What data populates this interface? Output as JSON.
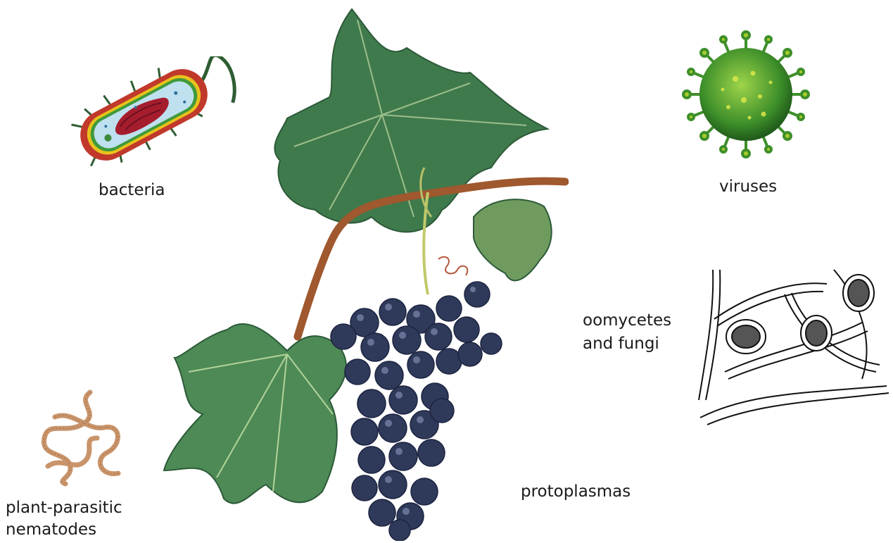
{
  "labels": {
    "bacteria": "bacteria",
    "viruses": "viruses",
    "oomycetes_line1": "oomycetes",
    "oomycetes_line2": "and fungi",
    "protoplasmas": "protoplasmas",
    "nematodes_line1": "plant-parasitic",
    "nematodes_line2": "nematodes"
  },
  "colors": {
    "leaf": "#3f7a4c",
    "leaf_dark": "#2c5a38",
    "leaf_light": "#6f9b5f",
    "vine": "#a0582e",
    "grape": "#2f3a5a",
    "grape_highlight": "#7d8bb0",
    "bacteria_wall": "#c0392b",
    "virus": "#3e8f2a",
    "nematode": "#c9946a"
  }
}
